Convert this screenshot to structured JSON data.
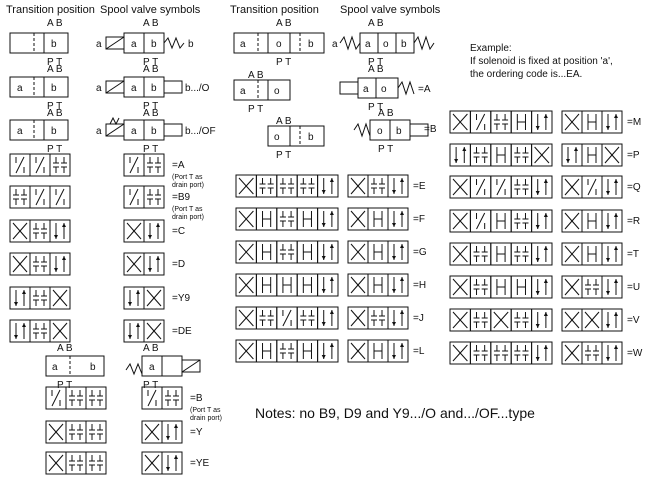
{
  "headers": {
    "left_transition": "Transition position",
    "left_spool": "Spool valve symbols",
    "mid_transition": "Transition position",
    "mid_spool": "Spool valve symbols"
  },
  "ports": {
    "ab": "A B",
    "pt": "P T"
  },
  "positions": {
    "a": "a",
    "b": "b",
    "o": "o"
  },
  "example": {
    "title": "Example:",
    "line1": "If solenoid is fixed at position 'a',",
    "line2": "the ordering code is...EA."
  },
  "suffix_labels": {
    "b": "b",
    "b_o": "b.../O",
    "b_of": "b.../OF",
    "A": "=A",
    "B9": "=B9",
    "C": "=C",
    "D": "=D",
    "Y9": "=Y9",
    "DE": "=DE",
    "B": "=B",
    "Y": "=Y",
    "YE": "=YE",
    "mid_A": "=A",
    "mid_B": "=B",
    "E": "=E",
    "F": "=F",
    "G": "=G",
    "H": "=H",
    "J": "=J",
    "L": "=L",
    "M": "=M",
    "P": "=P",
    "Q": "=Q",
    "R": "=R",
    "T": "=T",
    "U": "=U",
    "V": "=V",
    "W": "=W"
  },
  "drain_note": {
    "line1": "(Port T as",
    "line2": "drain port)"
  },
  "notes": "Notes: no B9, D9 and Y9.../O and.../OF...type"
}
